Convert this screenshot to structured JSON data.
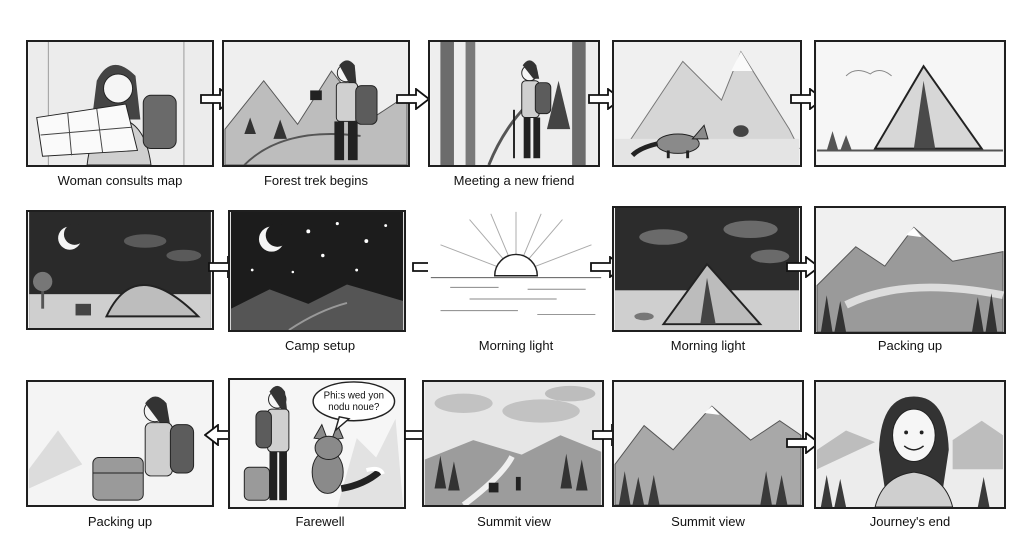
{
  "panels": [
    {
      "caption": "Woman consults map"
    },
    {
      "caption": "Forest trek begins"
    },
    {
      "caption": "Meeting a new friend"
    },
    {
      "caption": ""
    },
    {
      "caption": ""
    },
    {
      "caption": ""
    },
    {
      "caption": "Camp setup"
    },
    {
      "caption": "Morning light"
    },
    {
      "caption": "Morning light"
    },
    {
      "caption": "Packing up"
    },
    {
      "caption": "Packing up"
    },
    {
      "caption": "Farewell",
      "speech_line1": "Phi:s wed yon",
      "speech_line2": "nodu noue?"
    },
    {
      "caption": "Summit view"
    },
    {
      "caption": "Summit view"
    },
    {
      "caption": "Journey's end"
    }
  ],
  "colors": {
    "ink": "#1f1f1f",
    "paper": "#f1f1f1",
    "night": "#2a2a2a",
    "arrow_fill": "#ffffff"
  }
}
